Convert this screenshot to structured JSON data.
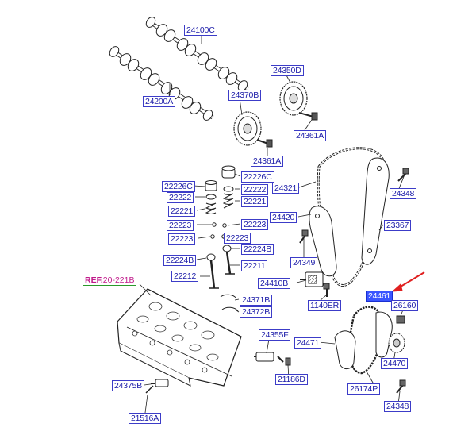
{
  "diagram": {
    "accent_color": "#3a55ff",
    "label_color": "#1a1aa8",
    "arrow_color": "#e02020",
    "reference": {
      "prefix": "REF.",
      "code": "20-221B"
    },
    "parts": [
      {
        "id": "24100C",
        "label": "24100C"
      },
      {
        "id": "24350D",
        "label": "24350D"
      },
      {
        "id": "24200A",
        "label": "24200A"
      },
      {
        "id": "24370B",
        "label": "24370B"
      },
      {
        "id": "24361A-top",
        "label": "24361A"
      },
      {
        "id": "24361A-bottom",
        "label": "24361A"
      },
      {
        "id": "22226C-left",
        "label": "22226C"
      },
      {
        "id": "22226C-right",
        "label": "22226C"
      },
      {
        "id": "22222-left",
        "label": "22222"
      },
      {
        "id": "22222-right",
        "label": "22222"
      },
      {
        "id": "22221-upper",
        "label": "22221"
      },
      {
        "id": "22221-lower",
        "label": "22221"
      },
      {
        "id": "22223-a",
        "label": "22223"
      },
      {
        "id": "22223-b",
        "label": "22223"
      },
      {
        "id": "22223-c",
        "label": "22223"
      },
      {
        "id": "22223-d",
        "label": "22223"
      },
      {
        "id": "22224B-left",
        "label": "22224B"
      },
      {
        "id": "22224B-right",
        "label": "22224B"
      },
      {
        "id": "22211",
        "label": "22211"
      },
      {
        "id": "22212",
        "label": "22212"
      },
      {
        "id": "24321",
        "label": "24321"
      },
      {
        "id": "24348-top",
        "label": "24348"
      },
      {
        "id": "24420",
        "label": "24420"
      },
      {
        "id": "23367",
        "label": "23367"
      },
      {
        "id": "24349",
        "label": "24349"
      },
      {
        "id": "24410B",
        "label": "24410B"
      },
      {
        "id": "1140ER",
        "label": "1140ER"
      },
      {
        "id": "24371B",
        "label": "24371B"
      },
      {
        "id": "24372B",
        "label": "24372B"
      },
      {
        "id": "24461",
        "label": "24461",
        "selected": true
      },
      {
        "id": "26160",
        "label": "26160"
      },
      {
        "id": "24355F",
        "label": "24355F"
      },
      {
        "id": "24471",
        "label": "24471"
      },
      {
        "id": "24470",
        "label": "24470"
      },
      {
        "id": "21186D",
        "label": "21186D"
      },
      {
        "id": "24375B",
        "label": "24375B"
      },
      {
        "id": "26174P",
        "label": "26174P"
      },
      {
        "id": "24348-bottom",
        "label": "24348"
      },
      {
        "id": "21516A",
        "label": "21516A"
      }
    ]
  }
}
